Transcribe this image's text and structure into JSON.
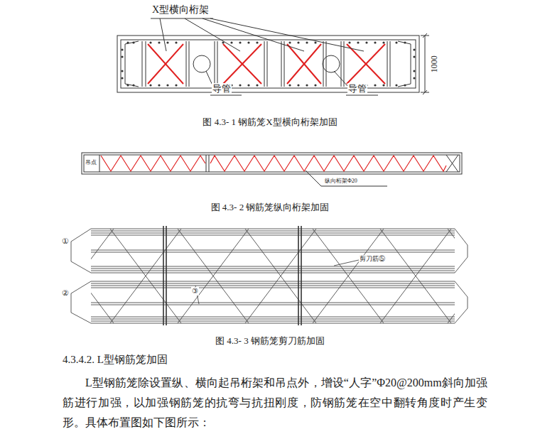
{
  "diagram": {
    "labels": [
      "X型横向桁架",
      "1000",
      "导管",
      "导管",
      "图 4.3- 1 钢筋笼X型横向桁架加固",
      "吊点",
      "纵向桁架Φ20",
      "图 4.3- 2  钢筋笼纵向桁架加固",
      "①",
      "②",
      "③",
      "剪刀筋⑤",
      "图 4.3- 3 钢筋笼剪刀筋加固",
      "4.3.4.2.  L型钢筋笼加固",
      "L型钢筋笼除设置纵、横向起吊桁架和吊点外，增设“人字”Φ20@200mm斜向加强筋进行加强，以加强钢筋笼的抗弯与抗扭刚度，防钢筋笼在空中翻转角度时产生变形。具体布置图如下图所示："
    ]
  }
}
